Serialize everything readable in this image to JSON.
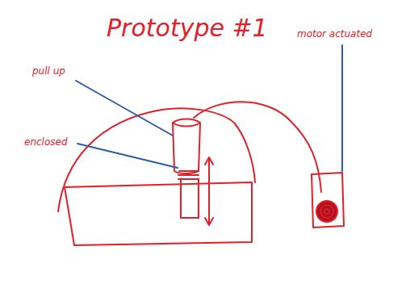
{
  "diagram": {
    "title": "Prototype #1",
    "labels": [
      "pull up",
      "enclosed",
      "motor actuated"
    ]
  }
}
